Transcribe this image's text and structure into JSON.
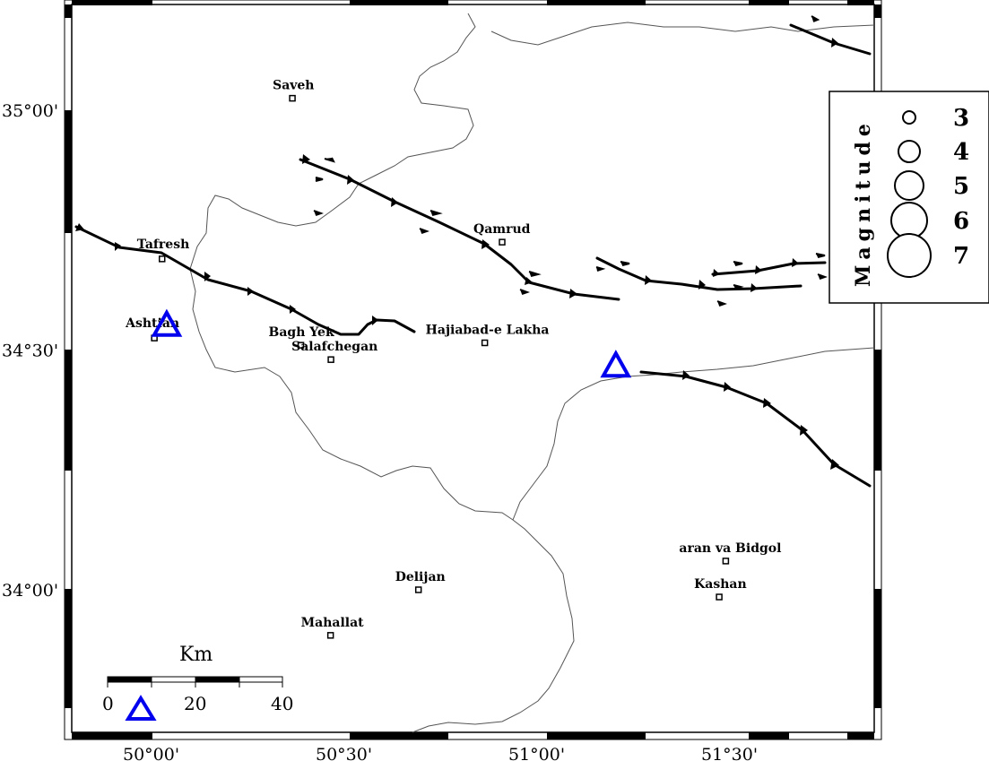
{
  "map": {
    "lat_ticks": [
      "35°00'",
      "34°30'",
      "34°00'"
    ],
    "lon_ticks": [
      "50°00'",
      "50°30'",
      "51°00'",
      "51°30'"
    ]
  },
  "cities": [
    {
      "name": "Saveh",
      "lon": 50.356,
      "lat": 35.025
    },
    {
      "name": "Tafresh",
      "lon": 50.018,
      "lat": 34.69
    },
    {
      "name": "Ashtian",
      "lon": 49.998,
      "lat": 34.525
    },
    {
      "name": "Bagh Yek",
      "lon": 50.378,
      "lat": 34.51
    },
    {
      "name": "Salafchegan",
      "lon": 50.456,
      "lat": 34.48
    },
    {
      "name": "Qamrud",
      "lon": 50.9,
      "lat": 34.725
    },
    {
      "name": "Hajiabad-e Lakha",
      "lon": 50.855,
      "lat": 34.515
    },
    {
      "name": "aran va Bidgol",
      "lon": 51.48,
      "lat": 34.06
    },
    {
      "name": "Kashan",
      "lon": 51.463,
      "lat": 33.985
    },
    {
      "name": "Delijan",
      "lon": 50.683,
      "lat": 34.0
    },
    {
      "name": "Mahallat",
      "lon": 50.455,
      "lat": 33.905
    }
  ],
  "stations": [
    {
      "name": "station-1",
      "lon": 50.03,
      "lat": 34.55
    },
    {
      "name": "station-2",
      "lon": 51.195,
      "lat": 34.465
    }
  ],
  "legend": {
    "title": "Magnitude",
    "magnitudes": [
      "3",
      "4",
      "5",
      "6",
      "7"
    ]
  },
  "scalebar": {
    "title": "Km",
    "labels": [
      "0",
      "20",
      "40"
    ]
  }
}
